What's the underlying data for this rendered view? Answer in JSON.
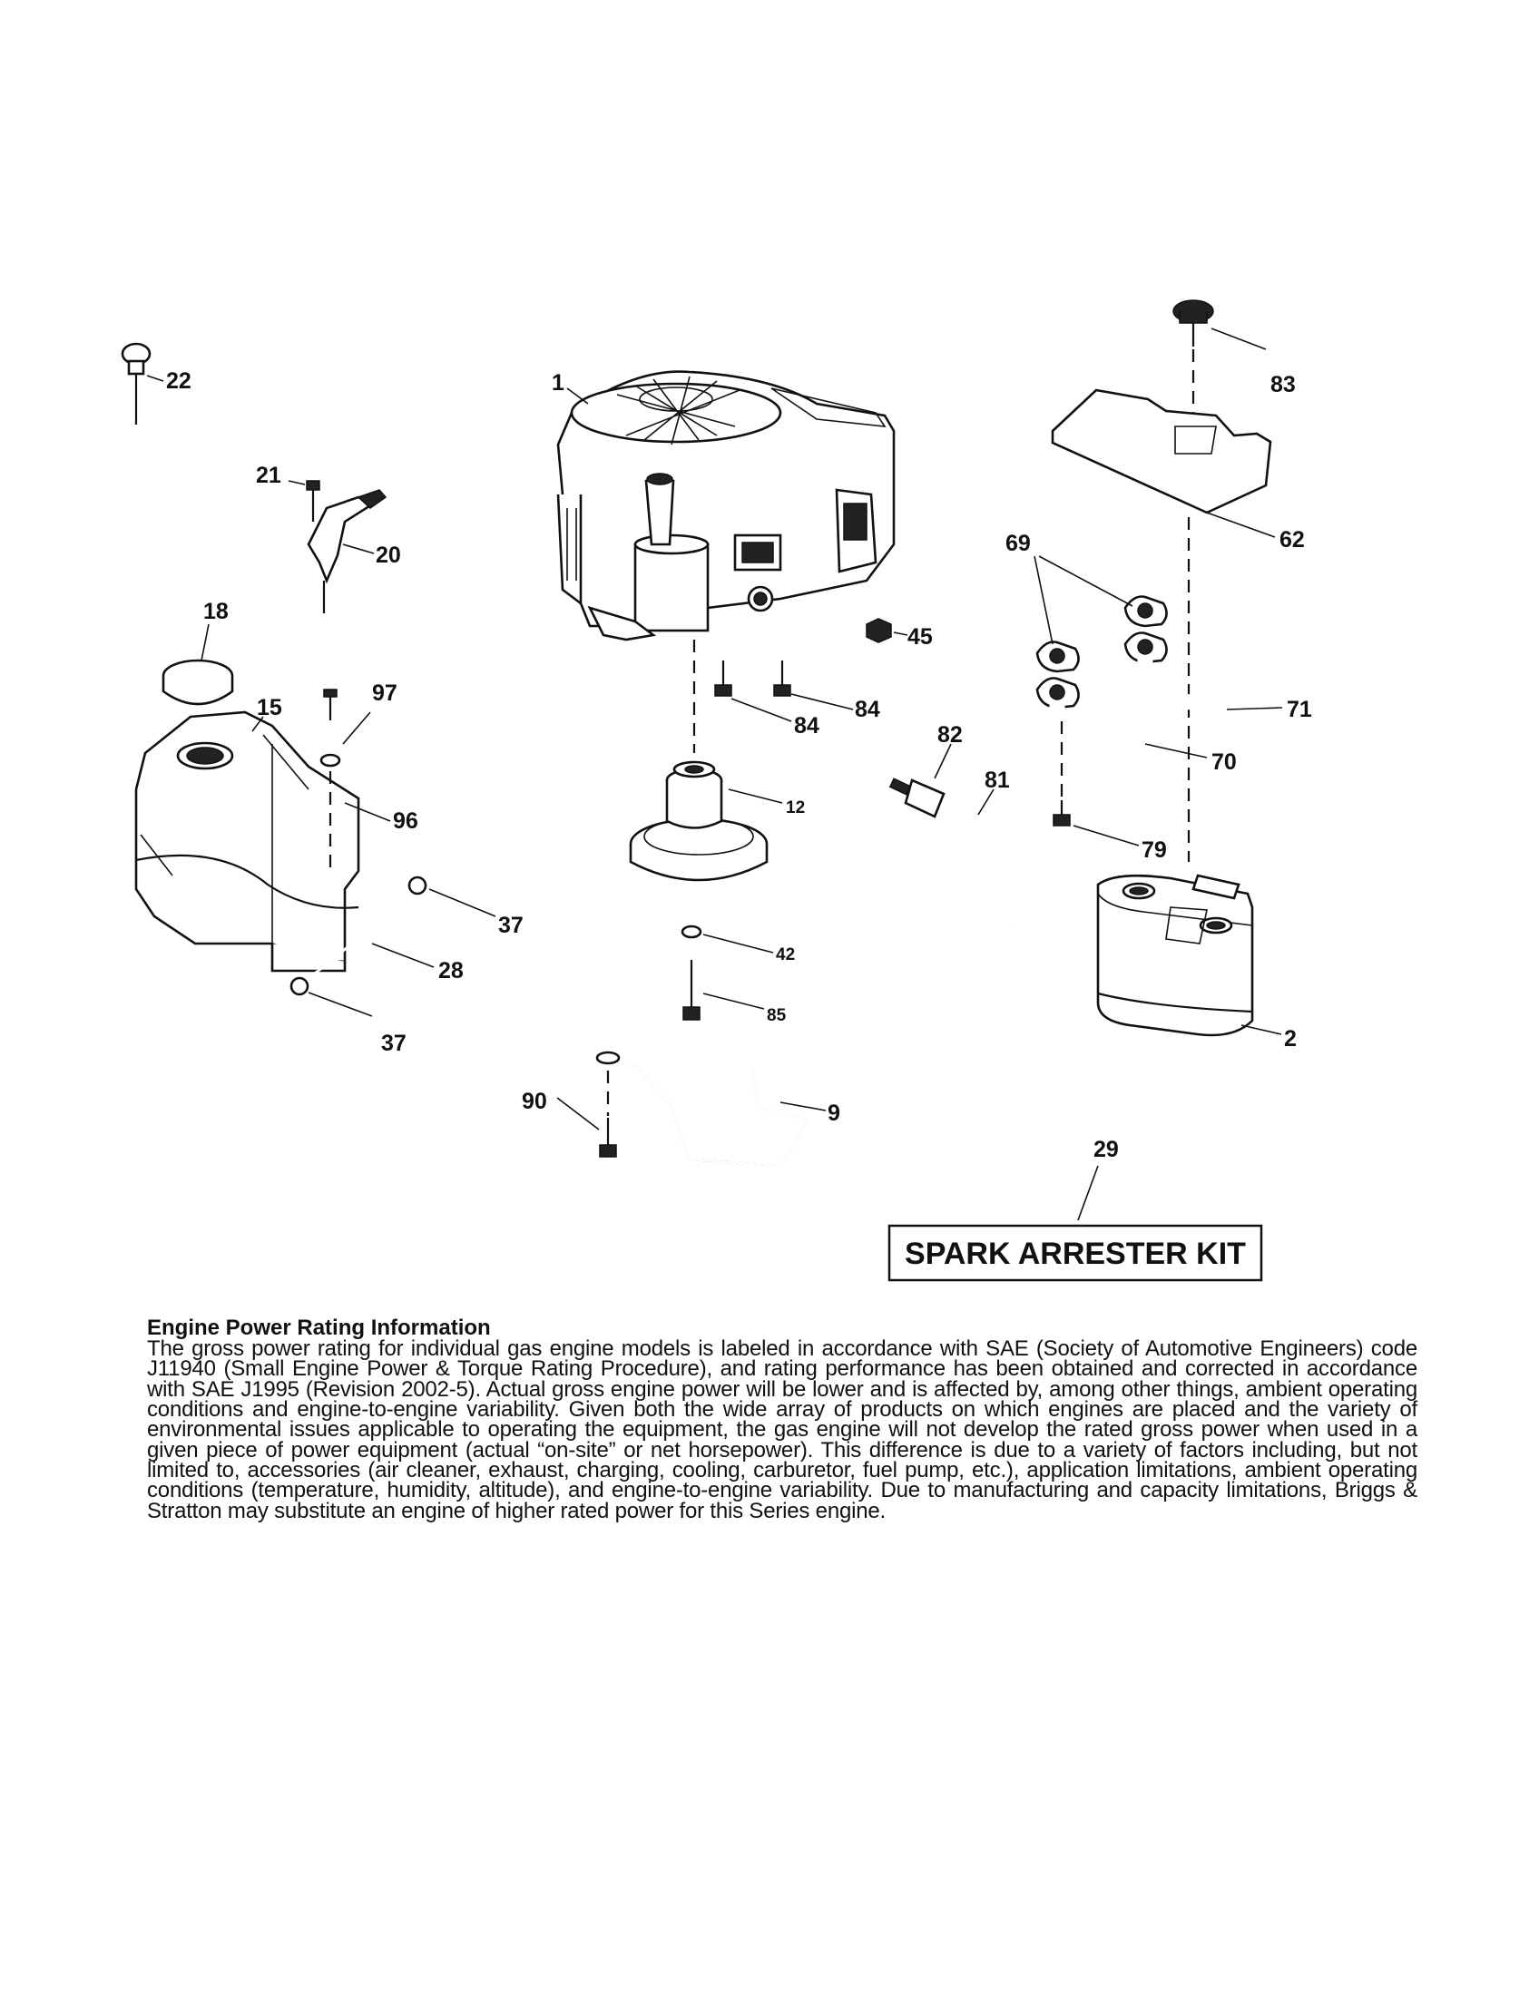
{
  "parts": {
    "p1": "1",
    "p2": "2",
    "p9": "9",
    "p12": "12",
    "p15": "15",
    "p18": "18",
    "p20": "20",
    "p21": "21",
    "p22": "22",
    "p28": "28",
    "p29": "29",
    "p37a": "37",
    "p37b": "37",
    "p42": "42",
    "p45": "45",
    "p62": "62",
    "p69": "69",
    "p70": "70",
    "p71": "71",
    "p79": "79",
    "p81": "81",
    "p82": "82",
    "p83": "83",
    "p84a": "84",
    "p84b": "84",
    "p85": "85",
    "p90": "90",
    "p96": "96",
    "p97": "97"
  },
  "kit_label": "SPARK ARRESTER KIT",
  "info": {
    "title": "Engine Power Rating Information",
    "body": "The gross power rating for individual gas engine models is labeled in accordance with SAE (Society of Automotive Engineers) code J11940 (Small Engine Power & Torque Rating Procedure), and rating performance has been obtained and corrected in accordance with SAE J1995 (Revision 2002-5). Actual gross engine power will be lower and is affected by, among other things, ambient operating conditions and engine-to-engine variability. Given both the wide array of products on which engines are placed and the variety of environmental issues applicable to operating the equipment, the gas engine will not develop the rated gross power when used in a given piece of power equipment (actual “on-site” or net horsepower). This difference is due to a variety of factors including, but not limited to, accessories (air cleaner, exhaust, charging, cooling, carburetor, fuel pump, etc.), application limitations, ambient operating conditions (temperature, humidity, altitude), and engine-to-engine variability. Due to manufacturing and capacity limitations, Briggs & Stratton may substitute an engine of higher rated power for this Series engine."
  }
}
